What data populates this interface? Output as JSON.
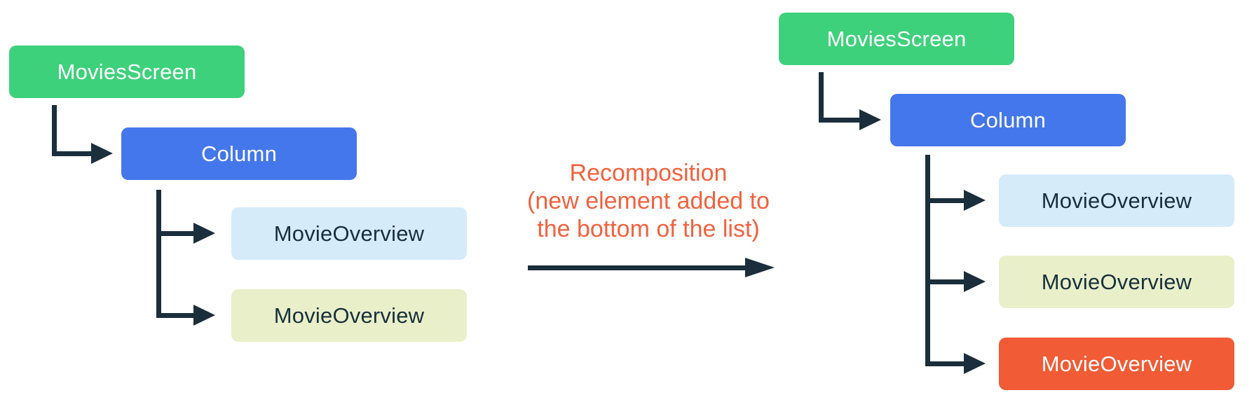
{
  "palette": {
    "root_node_green": "#3ED17C",
    "column_node_blue": "#4477EB",
    "child_light_blue": "#D5EBFA",
    "child_light_yellow_green": "#E9EFC9",
    "new_child_orange": "#F15B35",
    "annotation_orange": "#F4613E",
    "connector_dark_navy": "#1A2E3B",
    "node_text_light": "#FFFFFF",
    "node_text_dark": "#17303C"
  },
  "left_tree": {
    "root": {
      "label": "MoviesScreen"
    },
    "column": {
      "label": "Column"
    },
    "children": [
      {
        "label": "MovieOverview"
      },
      {
        "label": "MovieOverview"
      }
    ]
  },
  "annotation": {
    "line1": "Recomposition",
    "line2": "(new element added to",
    "line3": "the bottom of the list)"
  },
  "right_tree": {
    "root": {
      "label": "MoviesScreen"
    },
    "column": {
      "label": "Column"
    },
    "children": [
      {
        "label": "MovieOverview"
      },
      {
        "label": "MovieOverview"
      },
      {
        "label": "MovieOverview"
      }
    ]
  }
}
